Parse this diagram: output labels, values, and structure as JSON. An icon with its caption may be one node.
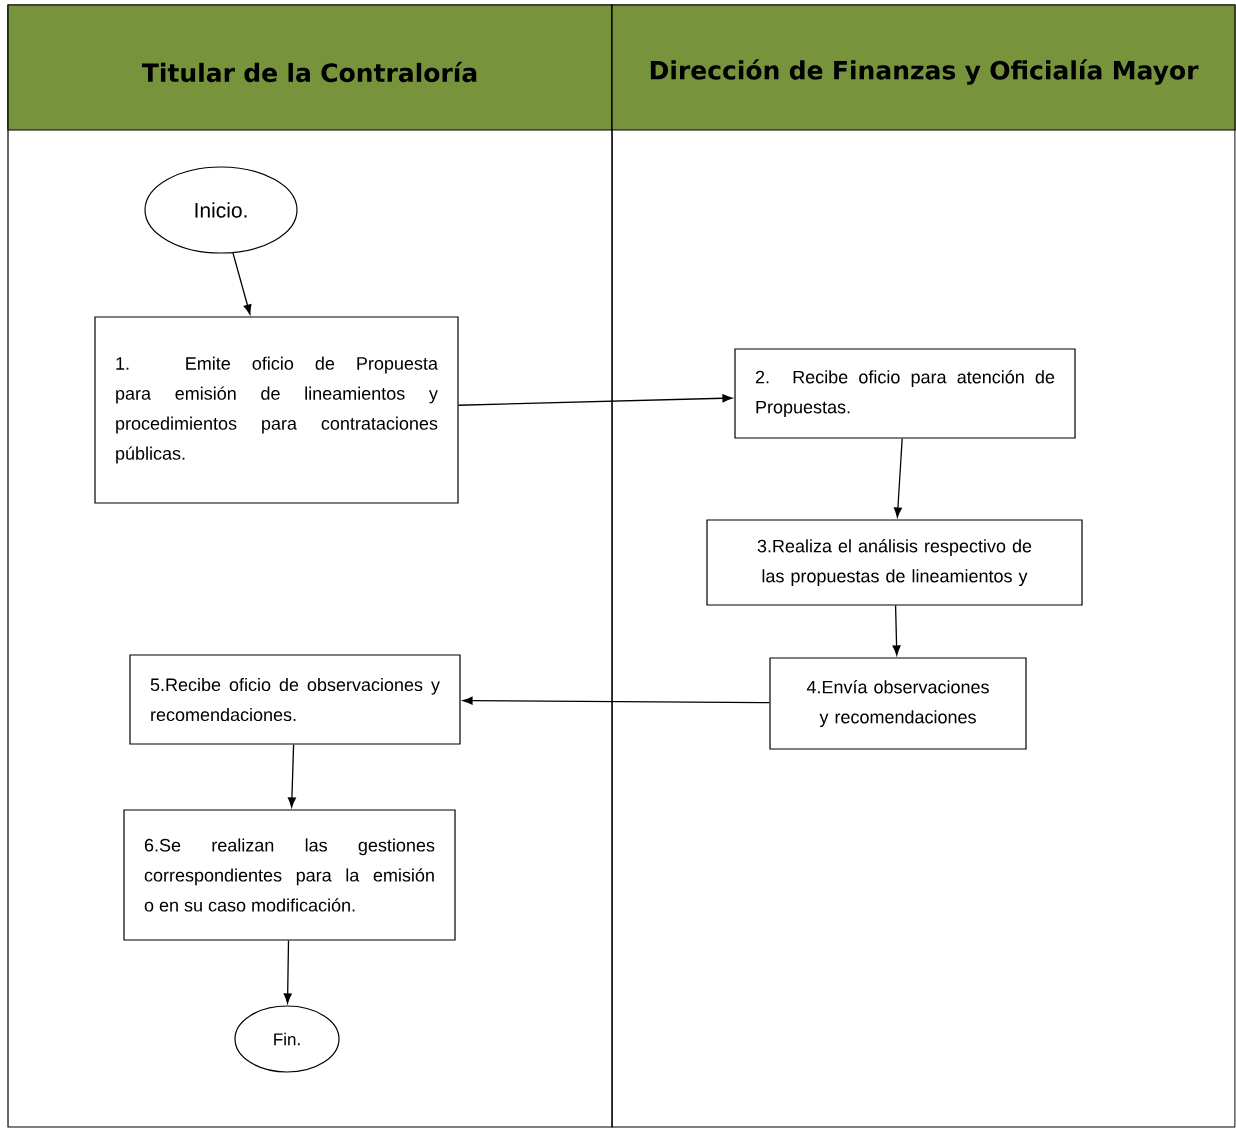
{
  "diagram": {
    "nodes": [
      {
        "text": [
          "Titular de la Contraloría"
        ]
      },
      {
        "text": [
          "Dirección de Finanzas y Oficialía Mayor"
        ]
      },
      {
        "text": [
          "Inicio."
        ],
        "in": 0
      },
      {
        "text": [
          "1. Emite oficio de Propuesta para emisión de lineamientos y procedimientos para contrataciones públicas."
        ],
        "in": 0
      },
      {
        "text": [
          "2. Recibe oficio para atención de Propuestas."
        ],
        "in": 1
      },
      {
        "text": [
          "3.Realiza el análisis respectivo de las propuestas de lineamientos y"
        ],
        "in": 1
      },
      {
        "text": [
          "4.Envía observaciones y recomendaciones"
        ],
        "in": 1
      },
      {
        "text": [
          "5.Recibe oficio de observaciones y recomendaciones."
        ],
        "in": 0
      },
      {
        "text": [
          "6.Se realizan las gestiones correspondientes para la emisión o en su caso modificación."
        ],
        "in": 0
      },
      {
        "text": [
          "Fin."
        ],
        "in": 0
      }
    ],
    "edges": [
      {
        "from": 2,
        "to": 3,
        "arrow": "to"
      },
      {
        "from": 3,
        "to": 4,
        "arrow": "to"
      },
      {
        "from": 4,
        "to": 5,
        "arrow": "to"
      },
      {
        "from": 5,
        "to": 6,
        "arrow": "to"
      },
      {
        "from": 6,
        "to": 7,
        "arrow": "to"
      },
      {
        "from": 7,
        "to": 8,
        "arrow": "to"
      },
      {
        "from": 8,
        "to": 9,
        "arrow": "to"
      }
    ]
  }
}
